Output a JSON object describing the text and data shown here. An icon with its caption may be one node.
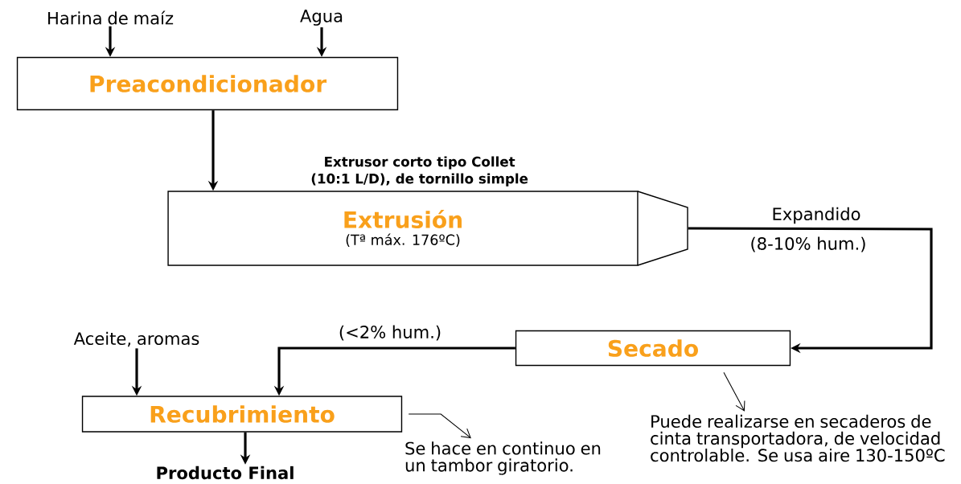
{
  "diagram": {
    "nodes": [
      {
        "text": [
          "Harina de maíz"
        ]
      },
      {
        "text": [
          "Agua"
        ]
      },
      {
        "text": [
          "Preacondicionador"
        ]
      },
      {
        "text": [
          "Extrusión",
          "(Tª máx. 176ºC)"
        ],
        "beside": [
          "Extrusor corto tipo Collet (10:1 L/D), de tornillo simple"
        ]
      },
      {
        "text": [
          "Secado"
        ]
      },
      {
        "text": [
          "Aceite, aromas"
        ]
      },
      {
        "text": [
          "Recubrimiento"
        ]
      },
      {
        "text": [
          "Producto Final"
        ]
      },
      {
        "text": [
          "Se hace en continuo en un tambor giratorio."
        ]
      },
      {
        "text": [
          "Puede realizarse en secaderos de cinta transportadora, de velocidad controlable. Se usa aire 130-150ºC"
        ]
      }
    ],
    "edges": [
      {
        "from": 0,
        "to": 2,
        "arrow": "to"
      },
      {
        "from": 1,
        "to": 2,
        "arrow": "to"
      },
      {
        "from": 2,
        "to": 3,
        "arrow": "to"
      },
      {
        "from": 3,
        "to": 4,
        "arrow": "to",
        "label": "Expandido"
      },
      {
        "from": 4,
        "to": 6,
        "arrow": "to",
        "label": "(<2% hum.)"
      },
      {
        "from": 5,
        "to": 6,
        "arrow": "to"
      },
      {
        "from": 6,
        "to": 7,
        "arrow": "to"
      },
      {
        "from": 6,
        "to": 8,
        "arrow": "to"
      },
      {
        "from": 4,
        "to": 9,
        "arrow": "to"
      }
    ],
    "labels": [
      "(8-10% hum.)"
    ]
  }
}
